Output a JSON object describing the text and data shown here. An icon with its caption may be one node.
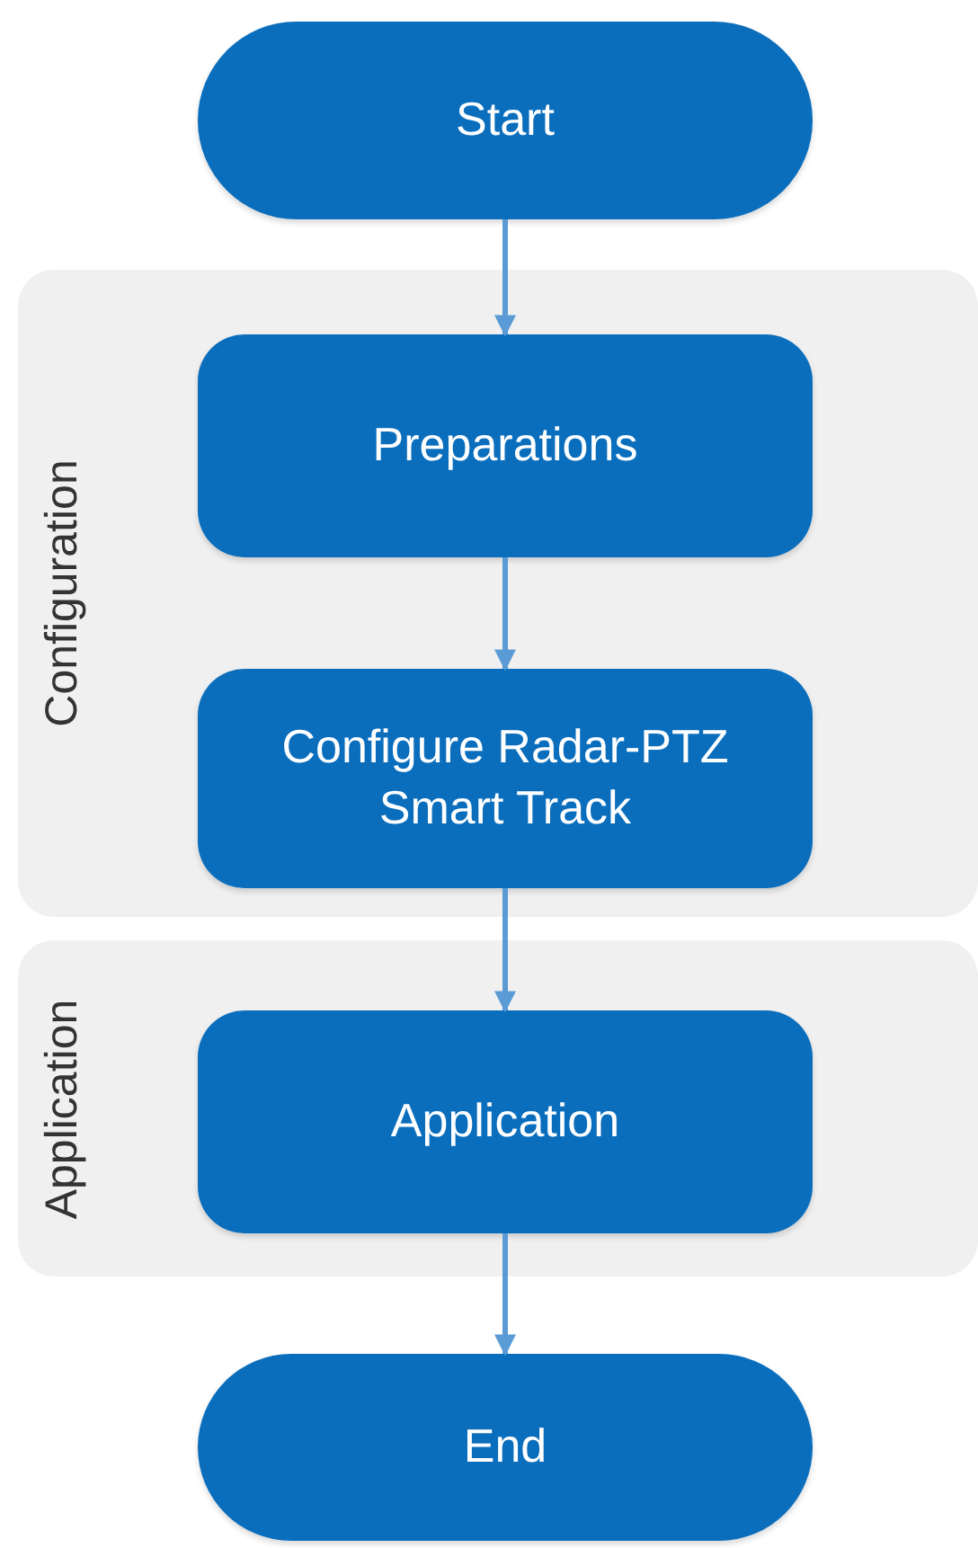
{
  "diagram": {
    "nodes": [
      {
        "text": [
          "Start"
        ]
      },
      {
        "text": [
          "Configuration"
        ]
      },
      {
        "text": [
          "Preparations"
        ],
        "in": 1
      },
      {
        "text": [
          "Configure Radar-PTZ Smart Track"
        ],
        "in": 1
      },
      {
        "text": [
          "Application"
        ]
      },
      {
        "text": [
          "Application"
        ],
        "in": 4
      },
      {
        "text": [
          "End"
        ]
      }
    ],
    "edges": [
      {
        "from": 0,
        "to": 2,
        "arrow": "to"
      },
      {
        "from": 2,
        "to": 3,
        "arrow": "to"
      },
      {
        "from": 3,
        "to": 5,
        "arrow": "to"
      },
      {
        "from": 5,
        "to": 6,
        "arrow": "to"
      }
    ]
  }
}
